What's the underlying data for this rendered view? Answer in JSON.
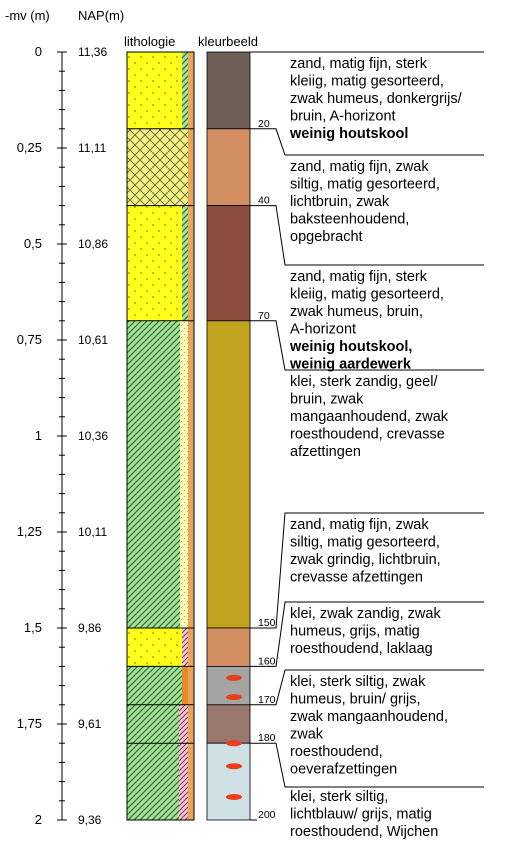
{
  "headers": {
    "depth": "-mv (m)",
    "nap": "NAP(m)",
    "lithology": "lithologie",
    "colour": "kleurbeeld"
  },
  "depth_scale": {
    "max": 2,
    "ticks": [
      {
        "depth": 0,
        "label": "0",
        "nap": "11,36"
      },
      {
        "depth": 0.25,
        "label": "0,25",
        "nap": "11,11"
      },
      {
        "depth": 0.5,
        "label": "0,5",
        "nap": "10,86"
      },
      {
        "depth": 0.75,
        "label": "0,75",
        "nap": "10,61"
      },
      {
        "depth": 1,
        "label": "1",
        "nap": "10,36"
      },
      {
        "depth": 1.25,
        "label": "1,25",
        "nap": "10,11"
      },
      {
        "depth": 1.5,
        "label": "1,5",
        "nap": "9,86"
      },
      {
        "depth": 1.75,
        "label": "1,75",
        "nap": "9,61"
      },
      {
        "depth": 2,
        "label": "2",
        "nap": "9,36"
      }
    ]
  },
  "lithology_units": [
    {
      "top": 0,
      "bottom": 0.2,
      "fill": "sand",
      "strip": "clay"
    },
    {
      "top": 0.2,
      "bottom": 0.4,
      "fill": "humus",
      "strip": "humus"
    },
    {
      "top": 0.4,
      "bottom": 0.7,
      "fill": "sand",
      "strip": "clay"
    },
    {
      "top": 0.7,
      "bottom": 1.5,
      "fill": "clay",
      "strip": "sandy"
    },
    {
      "top": 1.5,
      "bottom": 1.6,
      "fill": "sand",
      "strip": "peat"
    },
    {
      "top": 1.6,
      "bottom": 1.7,
      "fill": "clay",
      "strip": "iron"
    },
    {
      "top": 1.7,
      "bottom": 1.8,
      "fill": "clay",
      "strip": "peat"
    },
    {
      "top": 1.8,
      "bottom": 2.0,
      "fill": "clay",
      "strip": "peat"
    }
  ],
  "colour_units": [
    {
      "top": 0,
      "bottom": 0.2,
      "color": "#6e5e58"
    },
    {
      "top": 0.2,
      "bottom": 0.4,
      "color": "#d38e61"
    },
    {
      "top": 0.4,
      "bottom": 0.7,
      "color": "#8b4b3d"
    },
    {
      "top": 0.7,
      "bottom": 1.5,
      "color": "#c1a21c"
    },
    {
      "top": 1.5,
      "bottom": 1.6,
      "color": "#d38e61"
    },
    {
      "top": 1.6,
      "bottom": 1.7,
      "color": "#a4a4a4"
    },
    {
      "top": 1.7,
      "bottom": 1.8,
      "color": "#9a7870"
    },
    {
      "top": 1.8,
      "bottom": 2.0,
      "color": "#cfe1e5"
    }
  ],
  "mottles": [
    1.63,
    1.68,
    1.8,
    1.86,
    1.94
  ],
  "depth_labels": [
    "20",
    "40",
    "70",
    "150",
    "160",
    "170",
    "180",
    "200"
  ],
  "descriptions": [
    {
      "lines": [
        "zand, matig fijn, sterk",
        "kleiig, matig gesorteerd,",
        "zwak humeus, donkergrijs/",
        "bruin, A-horizont"
      ],
      "bold": [
        "weinig houtskool"
      ]
    },
    {
      "lines": [
        "zand, matig fijn, zwak",
        "siltig, matig gesorteerd,",
        "lichtbruin, zwak",
        "baksteenhoudend,",
        "opgebracht"
      ],
      "bold": []
    },
    {
      "lines": [
        "zand, matig fijn, sterk",
        "kleiig, matig gesorteerd,",
        "zwak humeus, bruin,",
        "A-horizont"
      ],
      "bold": [
        "weinig houtskool,",
        "weinig aardewerk"
      ]
    },
    {
      "lines": [
        "klei, sterk zandig, geel/",
        "bruin, zwak",
        "mangaanhoudend, zwak",
        "roesthoudend, crevasse",
        "afzettingen"
      ],
      "bold": []
    },
    {
      "lines": [
        "zand, matig fijn, zwak",
        "siltig, matig gesorteerd,",
        "zwak grindig, lichtbruin,",
        "crevasse afzettingen"
      ],
      "bold": []
    },
    {
      "lines": [
        "klei, zwak zandig, zwak",
        "humeus, grijs, matig",
        "roesthoudend, laklaag"
      ],
      "bold": []
    },
    {
      "lines": [
        "klei, sterk siltig, zwak",
        "humeus, bruin/ grijs,",
        "zwak mangaanhoudend,",
        "zwak",
        "roesthoudend,",
        "oeverafzettingen"
      ],
      "bold": []
    },
    {
      "lines": [
        "klei, sterk siltig,",
        "lichtblauw/ grijs, matig",
        "roesthoudend, Wijchen"
      ],
      "bold": []
    }
  ]
}
